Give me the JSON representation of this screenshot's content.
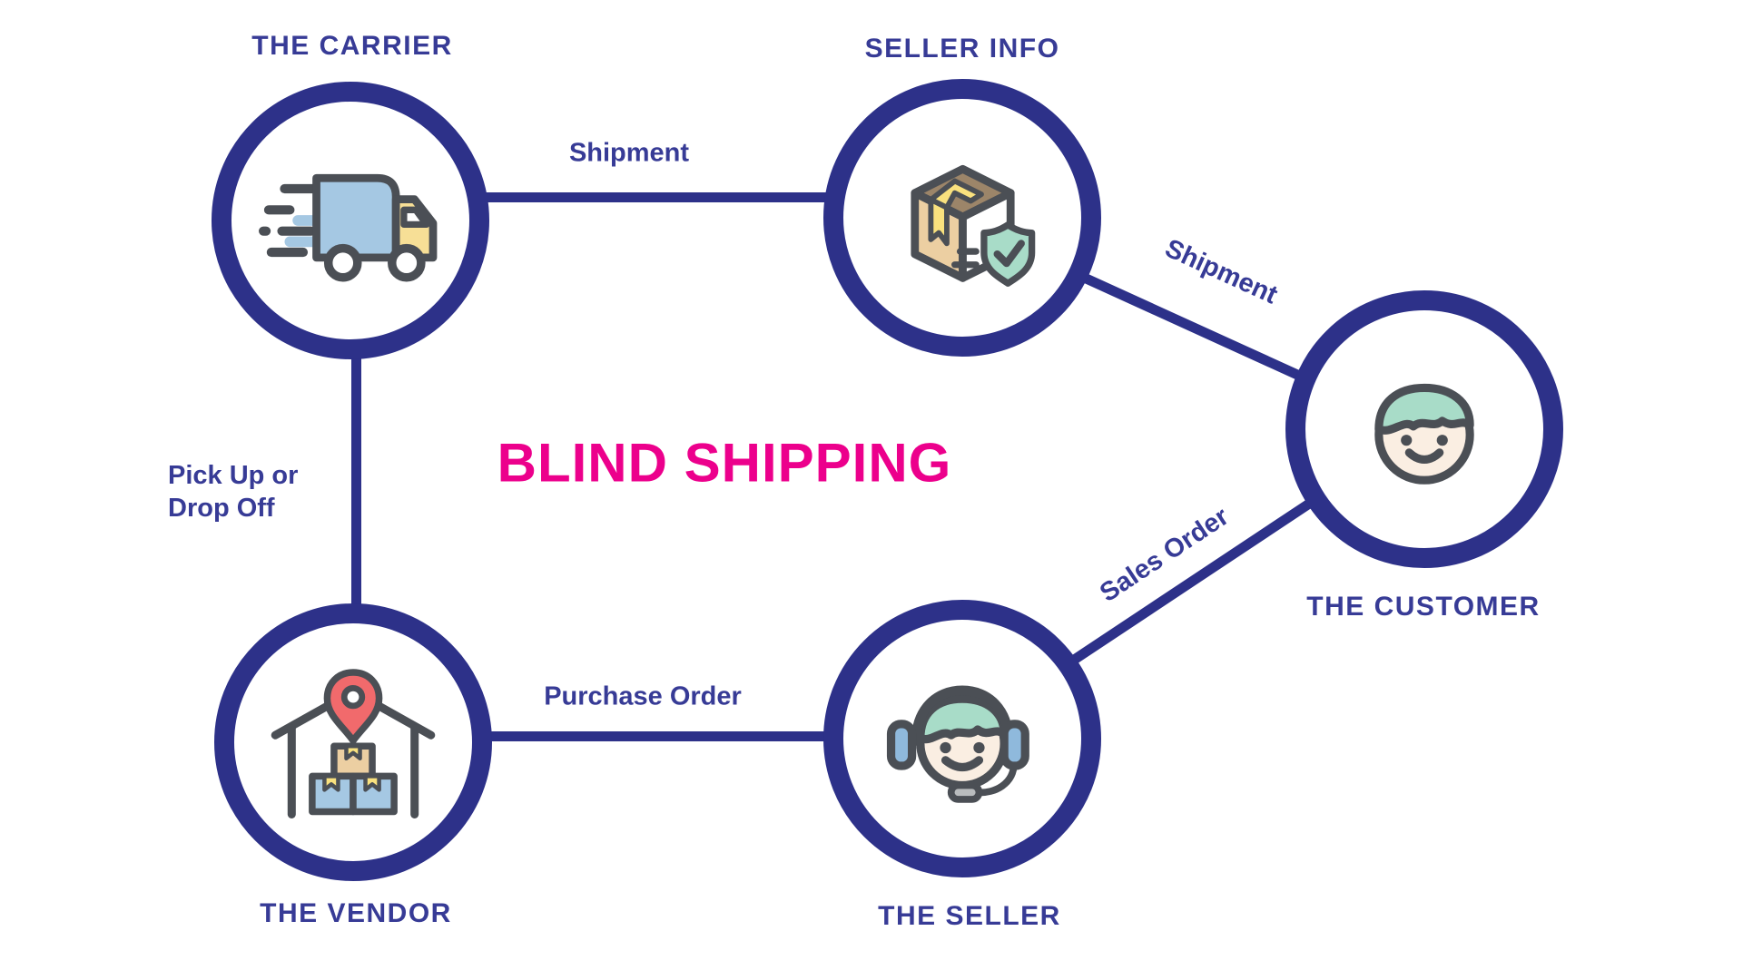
{
  "title": "BLIND SHIPPING",
  "colors": {
    "navy": "#2d3189",
    "text-navy": "#373b96",
    "pink": "#ec008c",
    "outline": "#4b4f55",
    "icon-blue": "#a5c8e3",
    "cup-blue": "#8fb9dc",
    "yellow": "#f7df96",
    "ribbon-yellow": "#f9e17e",
    "mint": "#a8dcc8",
    "cream": "#faeee2",
    "tan": "#eccfa2",
    "brown": "#9c8569",
    "red": "#f16a6c",
    "gray": "#b9bcbe",
    "bg": "#ffffff"
  },
  "nodes": [
    {
      "id": "carrier",
      "label": "THE CARRIER",
      "icon": "delivery-truck-icon"
    },
    {
      "id": "seller-info",
      "label": "SELLER INFO",
      "icon": "package-shield-icon"
    },
    {
      "id": "customer",
      "label": "THE CUSTOMER",
      "icon": "customer-face-icon"
    },
    {
      "id": "vendor",
      "label": "THE VENDOR",
      "icon": "warehouse-pin-icon"
    },
    {
      "id": "seller",
      "label": "THE SELLER",
      "icon": "support-agent-icon"
    }
  ],
  "edges": [
    {
      "from": "carrier",
      "to": "seller-info",
      "label": "Shipment"
    },
    {
      "from": "seller-info",
      "to": "customer",
      "label": "Shipment"
    },
    {
      "from": "customer",
      "to": "seller",
      "label": "Sales Order"
    },
    {
      "from": "seller",
      "to": "vendor",
      "label": "Purchase Order"
    },
    {
      "from": "vendor",
      "to": "carrier",
      "label": "Pick Up or Drop Off",
      "label_lines": [
        "Pick Up or",
        "Drop Off"
      ]
    }
  ]
}
